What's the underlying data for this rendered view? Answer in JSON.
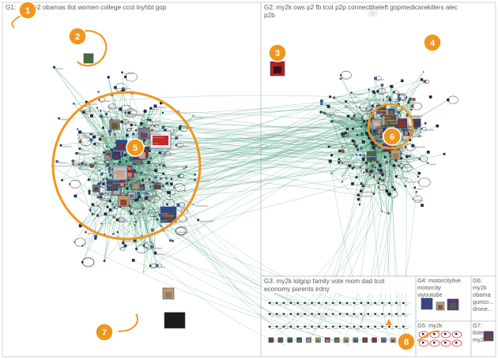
{
  "groups": [
    {
      "id": "G1",
      "label": "G1: ...cot p2 obamas tlot women college ccot lnyhbt gop"
    },
    {
      "id": "G2",
      "label_line1": "G2: my2k ows p2 fb tcot p2p connecttheleft gopmedicarekillers alec",
      "label_line2": "p2b"
    },
    {
      "id": "G3",
      "label_line1": "G3: my2k lolgop family vote mom dad tcot",
      "label_line2": "economy parents irdny"
    },
    {
      "id": "G4",
      "label_line1": "G4: motorcitylive",
      "label_line2": "motorcity",
      "label_line3": "viyoutube"
    },
    {
      "id": "G5",
      "label": "G5: my2k"
    },
    {
      "id": "G6",
      "label_line1": "G6:",
      "label_line2": "my2k",
      "label_line3": "obama",
      "label_line4": "gunco...",
      "label_line5": "drone..."
    },
    {
      "id": "G7",
      "label_line1": "G7:",
      "label_line2": "listen",
      "label_line3": "my2k"
    }
  ],
  "callouts": [
    "1",
    "2",
    "3",
    "4",
    "5",
    "6",
    "7",
    "8"
  ],
  "colors": {
    "callout_fill": "#f0961e",
    "callout_ring": "#f0961e",
    "edge": "#4aa07a",
    "group_border": "#c8c8c8",
    "node_dark": "#1e2a40",
    "node_frame": "#3a4a70"
  }
}
